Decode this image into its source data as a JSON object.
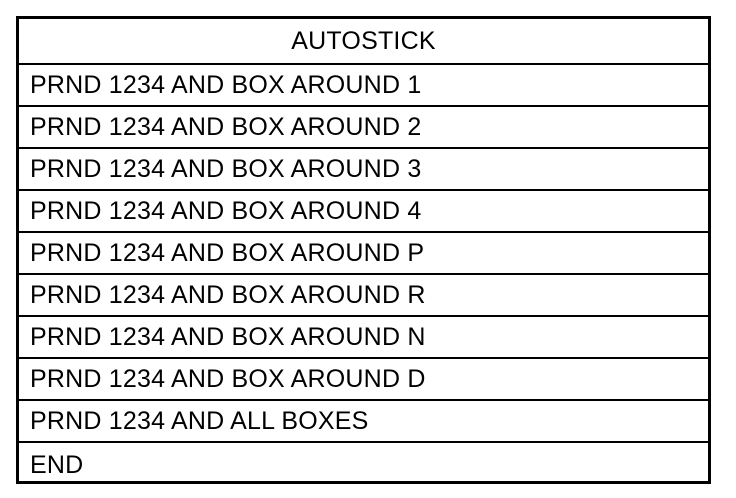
{
  "table": {
    "header": "AUTOSTICK",
    "rows": [
      "PRND 1234 AND BOX AROUND 1",
      "PRND 1234 AND BOX AROUND 2",
      "PRND 1234 AND BOX AROUND 3",
      "PRND 1234 AND BOX AROUND 4",
      "PRND 1234 AND BOX AROUND P",
      "PRND 1234 AND BOX AROUND R",
      "PRND 1234 AND BOX AROUND N",
      "PRND 1234 AND BOX AROUND D",
      "PRND 1234 AND ALL BOXES",
      "END"
    ]
  }
}
